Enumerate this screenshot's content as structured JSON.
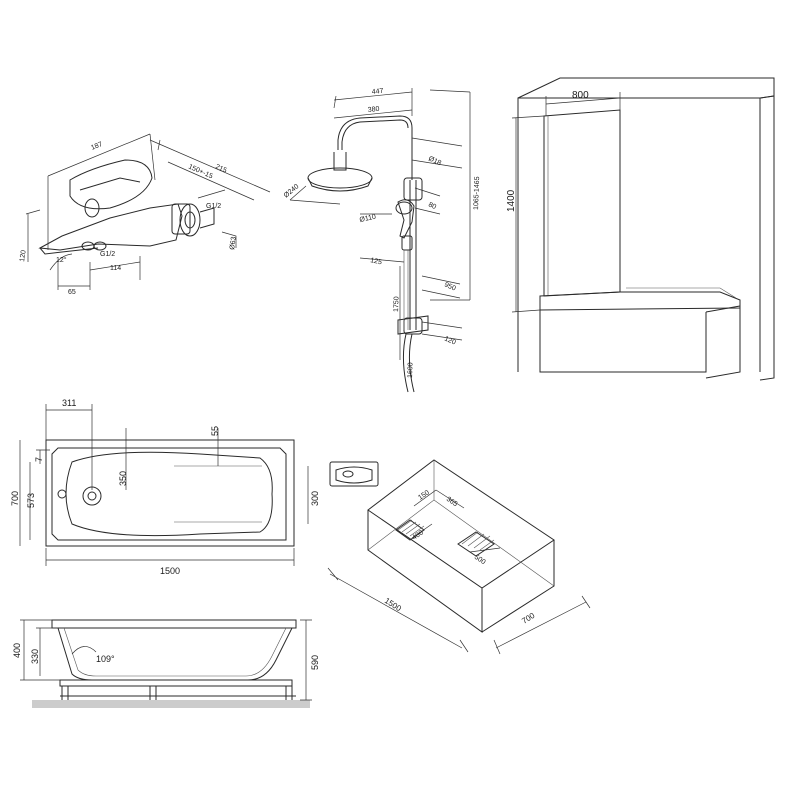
{
  "faucet": {
    "dims": {
      "d187": "187",
      "d215": "215",
      "d150": "150+-15",
      "d120": "120",
      "d12": "12°",
      "d65": "65",
      "d114": "114",
      "g12a": "G1/2",
      "g12b": "G1/2",
      "d63": "Ø63"
    }
  },
  "shower": {
    "dims": {
      "d447": "447",
      "d380": "380",
      "d60": "Ø18",
      "d240": "Ø240",
      "d110": "Ø110",
      "d80": "80",
      "d125": "125",
      "d1750": "1750",
      "d1065": "1065-1465",
      "d950": "950",
      "d120": "120",
      "d1600": "1600"
    }
  },
  "screen": {
    "dims": {
      "width": "800",
      "height": "1400"
    }
  },
  "plan": {
    "dims": {
      "d311": "311",
      "d55": "55",
      "d7": "7",
      "d350": "350",
      "d573": "573",
      "d700": "700",
      "d300": "300",
      "d1500": "1500"
    }
  },
  "iso": {
    "dims": {
      "d150": "150",
      "d365": "365",
      "d400": "400",
      "d500": "500",
      "d1500": "1500",
      "d700": "700"
    }
  },
  "section": {
    "dims": {
      "d400": "400",
      "d330": "330",
      "angle": "109°",
      "d590": "590"
    }
  }
}
